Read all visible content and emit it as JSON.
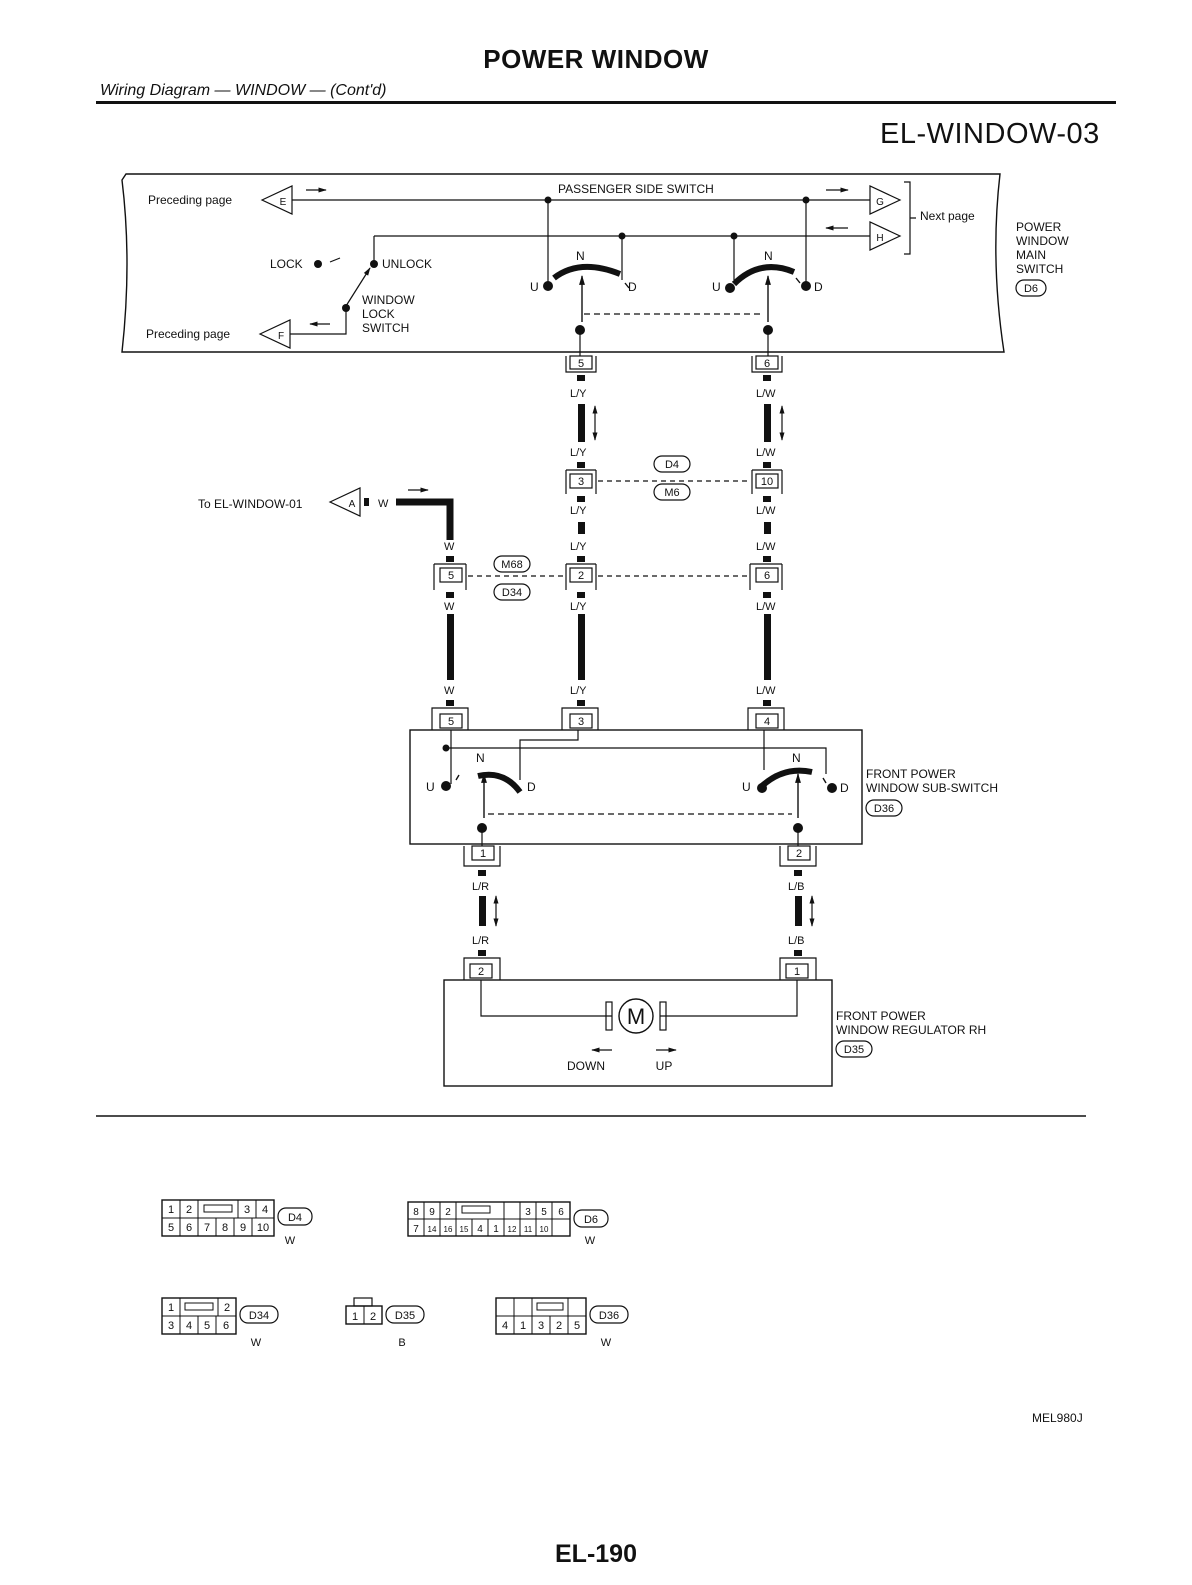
{
  "page": {
    "title": "POWER WINDOW",
    "subtitle": "Wiring Diagram — WINDOW — (Cont'd)",
    "diagram_id": "EL-WINDOW-03",
    "page_number": "EL-190",
    "figure_code": "MEL980J"
  },
  "main_switch": {
    "name_lines": [
      "POWER",
      "WINDOW",
      "MAIN",
      "SWITCH"
    ],
    "connector": "D6",
    "passenger_switch_label": "PASSENGER SIDE SWITCH",
    "preceding_page_1": "Preceding page",
    "preceding_page_2": "Preceding page",
    "next_page": "Next page",
    "connector_e": "E",
    "connector_f": "F",
    "connector_g": "G",
    "connector_h": "H",
    "lock": "LOCK",
    "unlock": "UNLOCK",
    "lock_switch_lines": [
      "WINDOW",
      "LOCK",
      "SWITCH"
    ],
    "up": "U",
    "neutral": "N",
    "down": "D",
    "terminal_left": "5",
    "terminal_right": "6"
  },
  "wiring": {
    "to_window_01": "To EL-WINDOW-01",
    "connector_a": "A",
    "w": "W",
    "ly": "L/Y",
    "lw": "L/W",
    "lr": "L/R",
    "lb": "L/B",
    "d4": "D4",
    "m6": "M6",
    "m68": "M68",
    "d34": "D34",
    "t_d4_ly": "3",
    "t_d4_lw": "10",
    "t_d34_w": "5",
    "t_d34_ly": "2",
    "t_d34_lw": "6"
  },
  "sub_switch": {
    "name_lines": [
      "FRONT POWER",
      "WINDOW SUB-SWITCH"
    ],
    "connector": "D36",
    "terminal_w": "5",
    "terminal_ly": "3",
    "terminal_lw": "4",
    "terminal_lr": "1",
    "terminal_lb": "2",
    "up": "U",
    "neutral": "N",
    "down": "D"
  },
  "regulator": {
    "name_lines": [
      "FRONT POWER",
      "WINDOW REGULATOR RH"
    ],
    "connector": "D35",
    "motor": "M",
    "down": "DOWN",
    "up": "UP",
    "terminal_left": "2",
    "terminal_right": "1"
  },
  "connector_views": [
    {
      "id": "D4",
      "color": "W",
      "rows": [
        [
          "1",
          "2",
          "",
          "3",
          "4"
        ],
        [
          "5",
          "6",
          "7",
          "8",
          "9",
          "10"
        ]
      ]
    },
    {
      "id": "D6",
      "color": "W",
      "rows": [
        [
          "8",
          "9",
          "2",
          "",
          "",
          "3",
          "5",
          "6"
        ],
        [
          "7",
          "14",
          "16",
          "15",
          "4",
          "1",
          "12",
          "11",
          "10"
        ]
      ]
    },
    {
      "id": "D34",
      "color": "W",
      "rows": [
        [
          "1",
          "",
          "2"
        ],
        [
          "3",
          "4",
          "5",
          "6"
        ]
      ]
    },
    {
      "id": "D35",
      "color": "B",
      "rows": [
        [
          "1",
          "2"
        ]
      ]
    },
    {
      "id": "D36",
      "color": "W",
      "rows": [
        [
          "",
          "",
          "",
          ""
        ],
        [
          "4",
          "1",
          "3",
          "2",
          "5"
        ]
      ]
    }
  ]
}
